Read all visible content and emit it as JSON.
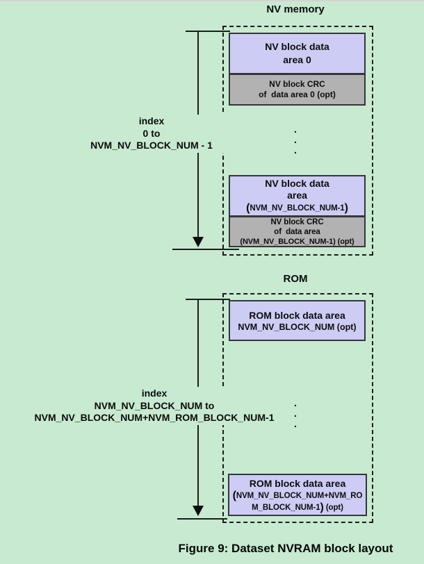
{
  "caption": "Figure 9: Dataset NVRAM block layout",
  "colors": {
    "background": "#c7ead1",
    "block_lavender": "#cdccf4",
    "block_gray": "#b2b2b2",
    "line": "#1c1c1c"
  },
  "nv_section": {
    "title": "NV memory",
    "index_label": {
      "line1": "index",
      "line2": "0 to",
      "line3": "NVM_NV_BLOCK_NUM - 1"
    },
    "ellipsis": [
      ".",
      ".",
      "."
    ],
    "blocks": {
      "data0": {
        "line1": "NV block data",
        "line2": "area 0"
      },
      "crc0": {
        "line1": "NV block CRC",
        "line2": "of  data area 0 (opt)"
      },
      "dataN": {
        "line1": "NV block data",
        "line2": "area",
        "paren_open": "(",
        "line3": "NVM_NV_BLOCK_NUM-1",
        "paren_close": ")"
      },
      "crcN": {
        "line1": "NV block CRC",
        "line2": "of  data area",
        "line3": "(NVM_NV_BLOCK_NUM-1) (opt)"
      }
    }
  },
  "rom_section": {
    "title": "ROM",
    "index_label": {
      "line1": "index",
      "line2": "NVM_NV_BLOCK_NUM to",
      "line3": "NVM_NV_BLOCK_NUM+NVM_ROM_BLOCK_NUM-1"
    },
    "ellipsis": [
      ".",
      ".",
      "."
    ],
    "blocks": {
      "first": {
        "line1": "ROM block data area",
        "line2": "NVM_NV_BLOCK_NUM (opt)"
      },
      "last": {
        "line1": "ROM block data area",
        "paren_open": "(",
        "line2": "NVM_NV_BLOCK_NUM+NVM_RO",
        "line3": "M_BLOCK_NUM-1",
        "paren_close": ")",
        "suffix": " (opt)"
      }
    }
  }
}
